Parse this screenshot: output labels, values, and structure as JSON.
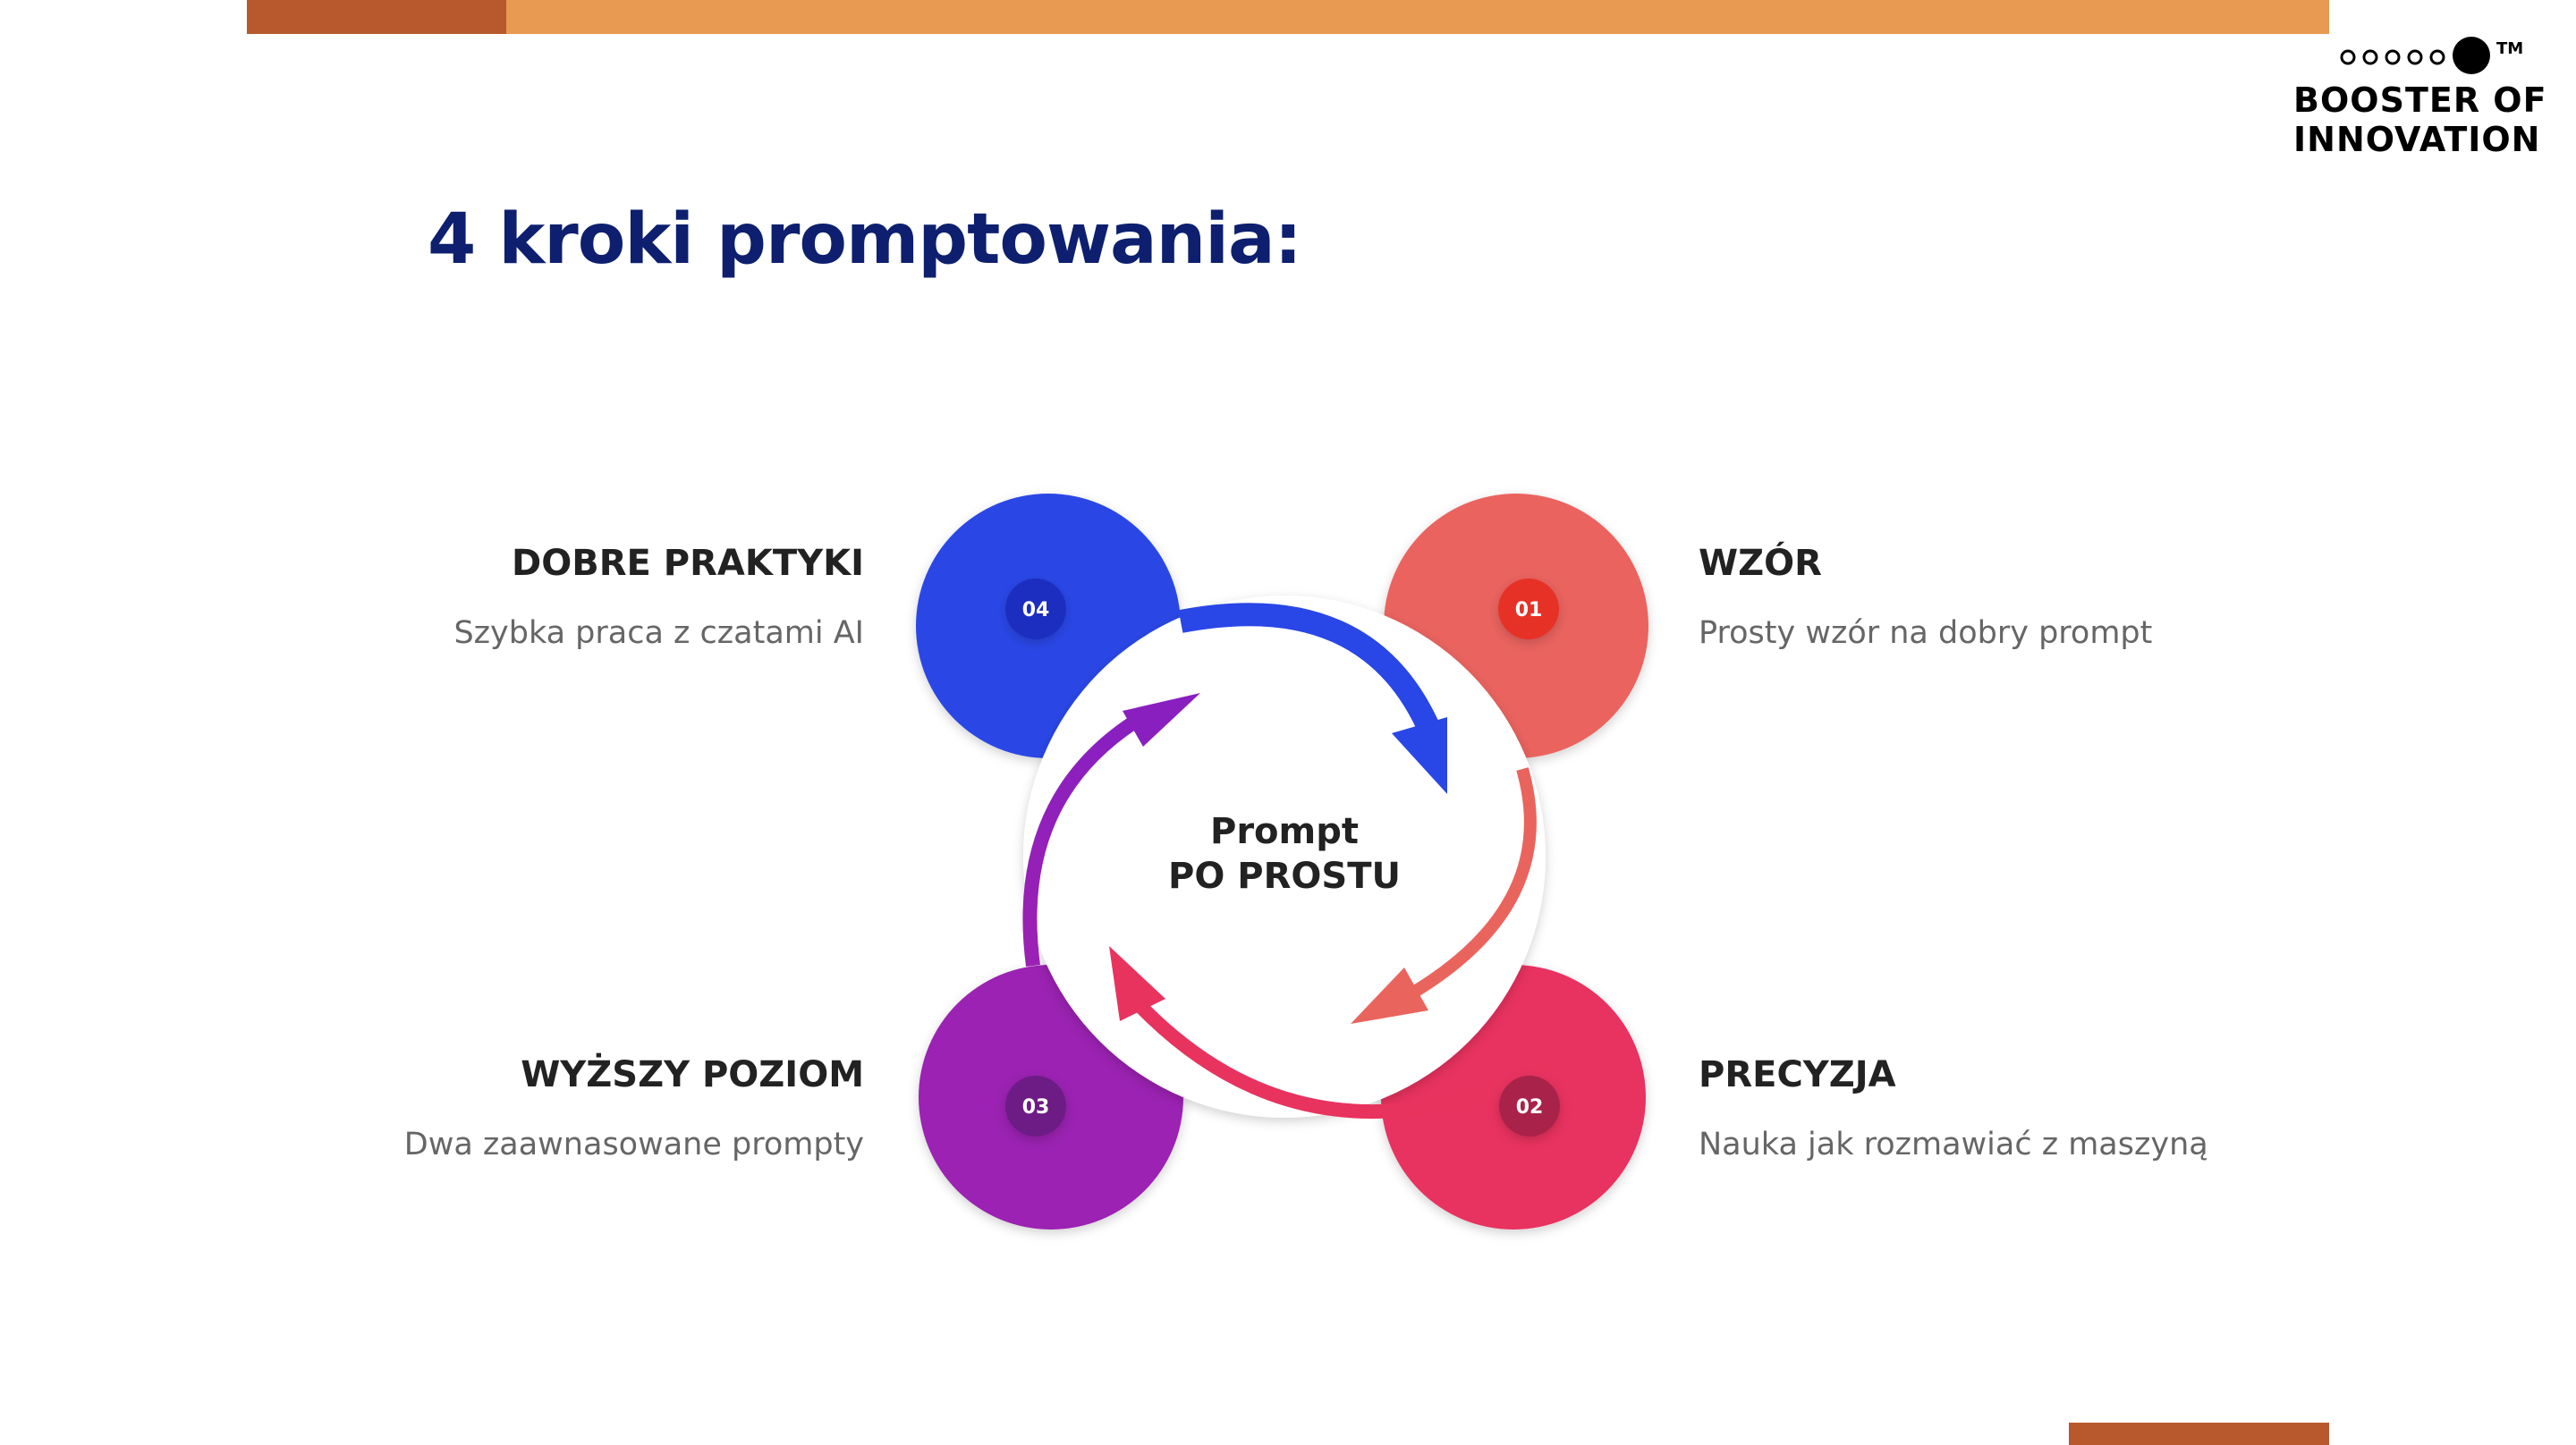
{
  "header": {
    "title": "4 kroki promptowania:",
    "title_color": "#0d1f6e"
  },
  "decor": {
    "top_bar_dark": "#b8592d",
    "top_bar_light": "#e89a52",
    "bottom_bar": "#b8592d"
  },
  "logo": {
    "line1": "BOOSTER OF",
    "line2": "INNOVATION",
    "trademark": "TM",
    "icon": "dots-row-logo-icon"
  },
  "diagram": {
    "center": {
      "line1": "Prompt",
      "line2": "PO PROSTU"
    },
    "steps": [
      {
        "number": "01",
        "heading": "WZÓR",
        "description": "Prosty wzór na dobry prompt",
        "color": "#ea645e",
        "badge_color": "#e63226",
        "position": "top-right"
      },
      {
        "number": "02",
        "heading": "PRECYZJA",
        "description": "Nauka jak rozmawiać z maszyną",
        "color": "#e8335f",
        "badge_color": "#a9204a",
        "position": "bottom-right"
      },
      {
        "number": "03",
        "heading": "WYŻSZY POZIOM",
        "description": "Dwa zaawnasowane prompty",
        "color": "#9b21b2",
        "badge_color": "#6d1a85",
        "position": "bottom-left"
      },
      {
        "number": "04",
        "heading": "DOBRE PRAKTYKI",
        "description": "Szybka praca z czatami AI",
        "color": "#2946e6",
        "badge_color": "#1a2fc0",
        "position": "top-left"
      }
    ]
  }
}
